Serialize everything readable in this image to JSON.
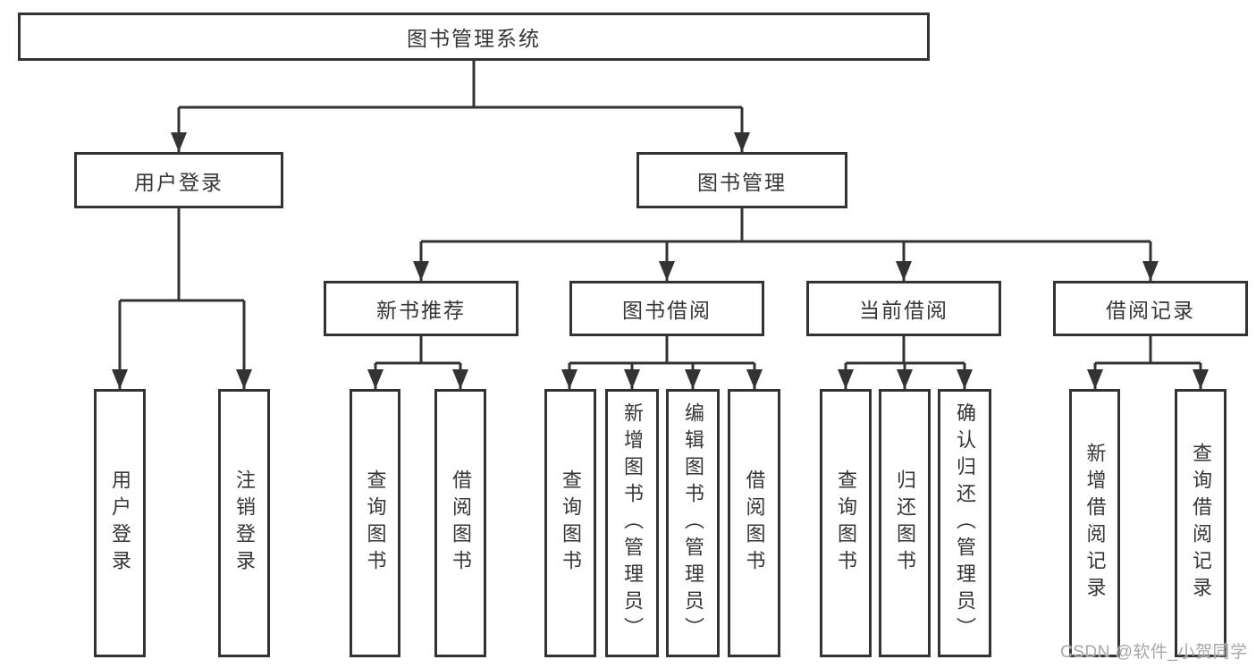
{
  "diagram": {
    "root": {
      "label": "图书管理系统"
    },
    "user_login": {
      "label": "用户登录",
      "children": [
        {
          "label": "用户登录"
        },
        {
          "label": "注销登录"
        }
      ]
    },
    "book_management": {
      "label": "图书管理",
      "sections": [
        {
          "label": "新书推荐",
          "children": [
            {
              "label": "查询图书"
            },
            {
              "label": "借阅图书"
            }
          ]
        },
        {
          "label": "图书借阅",
          "children": [
            {
              "label": "查询图书"
            },
            {
              "label": "新增图书（管理员）"
            },
            {
              "label": "编辑图书（管理员）"
            },
            {
              "label": "借阅图书"
            }
          ]
        },
        {
          "label": "当前借阅",
          "children": [
            {
              "label": "查询图书"
            },
            {
              "label": "归还图书"
            },
            {
              "label": "确认归还（管理员）"
            }
          ]
        },
        {
          "label": "借阅记录",
          "children": [
            {
              "label": "新增借阅记录"
            },
            {
              "label": "查询借阅记录"
            }
          ]
        }
      ]
    }
  },
  "watermark": {
    "text": "CSDN @软件_小贺同学"
  },
  "colors": {
    "line": "#333333",
    "box_border": "#333333",
    "box_fill": "#ffffff",
    "text": "#363636",
    "watermark": "#a8a8a8",
    "background": "#ffffff"
  }
}
